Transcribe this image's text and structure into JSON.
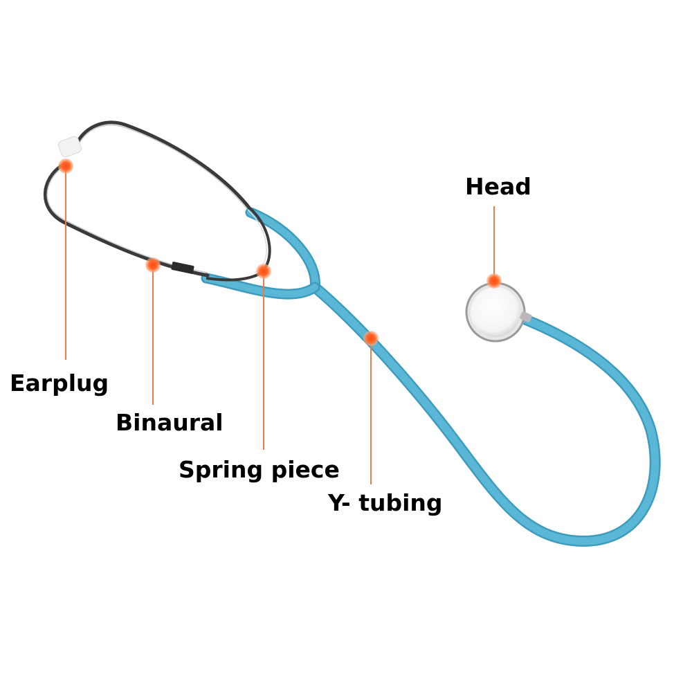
{
  "diagram": {
    "colors": {
      "tubing": "#5ab8d6",
      "tubing_dark": "#3d9bbd",
      "metal": "#3a3a3a",
      "metal_highlight": "#c8c8c8",
      "earplug": "#f2f2f2",
      "marker": "#ff5a1f",
      "marker_glow": "#ffb08a",
      "leader": "#f07a45",
      "label": "#000000"
    },
    "icons": {
      "marker": "orange-dot-marker",
      "instrument": "stethoscope-illustration"
    },
    "callouts": [
      {
        "id": "earplug",
        "label": "Earplug"
      },
      {
        "id": "binaural",
        "label": "Binaural"
      },
      {
        "id": "spring-piece",
        "label": "Spring piece"
      },
      {
        "id": "y-tubing",
        "label": "Y- tubing"
      },
      {
        "id": "head",
        "label": "Head"
      }
    ]
  }
}
